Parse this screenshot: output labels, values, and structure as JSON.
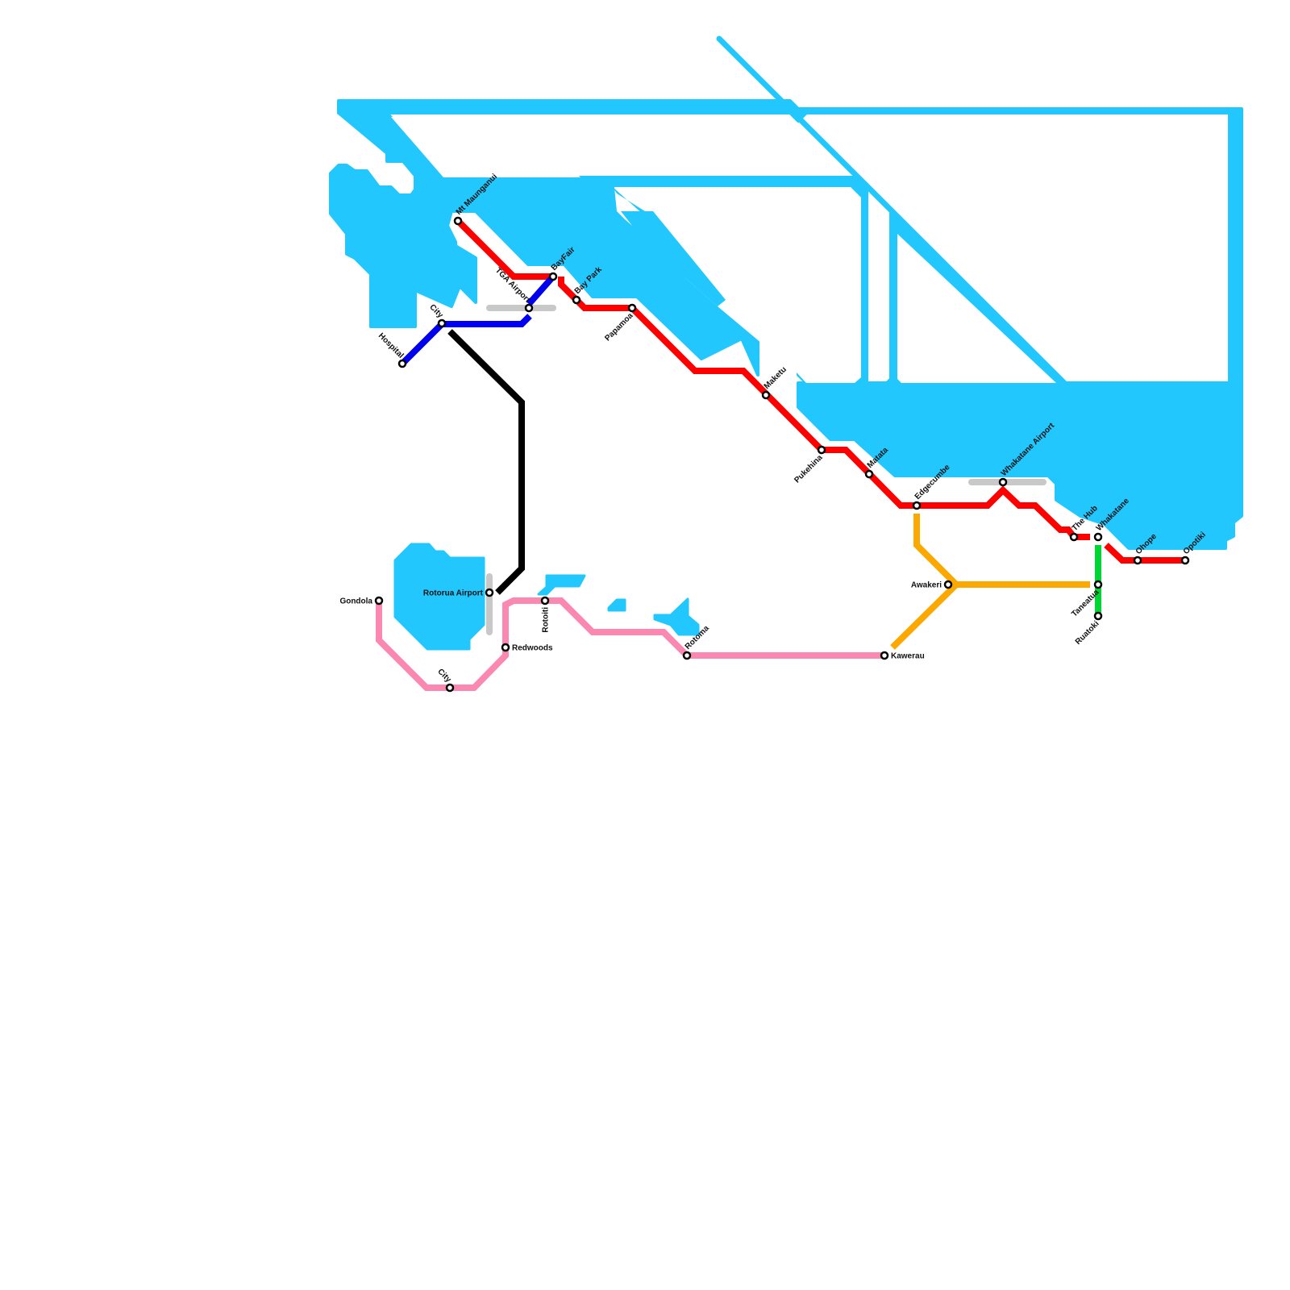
{
  "colors": {
    "water": "#22c7fd",
    "red": "#ff0000",
    "blue": "#0000ee",
    "black": "#000000",
    "pink": "#fb88b0",
    "orange": "#fba800",
    "green": "#00d633",
    "grey": "#c8c8c8"
  },
  "lines": [
    {
      "id": "red",
      "color": "#ff0000",
      "stations": [
        "Mt Maunganui",
        "BayFair",
        "Bay Park",
        "Papamoa",
        "Maketu",
        "Pukehina",
        "Matata",
        "Edgecumbe",
        "Whakatane Airport",
        "The Hub",
        "Whakatane",
        "Ohope",
        "Opotiki"
      ]
    },
    {
      "id": "blue",
      "color": "#0000ee",
      "stations": [
        "Hospital",
        "City",
        "TGA Airport",
        "BayFair"
      ]
    },
    {
      "id": "black",
      "color": "#000000",
      "stations": [
        "City",
        "Rotorua Airport"
      ]
    },
    {
      "id": "pink",
      "color": "#fb88b0",
      "stations": [
        "Gondola",
        "City",
        "Redwoods",
        "Rotoiti",
        "Rotoma",
        "Kawerau"
      ]
    },
    {
      "id": "orange",
      "color": "#fba800",
      "stations": [
        "Edgecumbe",
        "Awakeri",
        "Kawerau",
        "Taneatua"
      ]
    },
    {
      "id": "green",
      "color": "#00d633",
      "stations": [
        "Whakatane",
        "Taneatua",
        "Ruatoki"
      ]
    }
  ],
  "stations": [
    "Mt Maunganui",
    "BayFair",
    "Bay Park",
    "Papamoa",
    "TGA Airport",
    "City",
    "Hospital",
    "Maketu",
    "Pukehina",
    "Matata",
    "Edgecumbe",
    "Whakatane Airport",
    "The Hub",
    "Whakatane",
    "Ohope",
    "Opotiki",
    "Awakeri",
    "Taneatua",
    "Ruatoki",
    "Kawerau",
    "Gondola",
    "City",
    "Rotorua Airport",
    "Redwoods",
    "Rotoiti",
    "Rotoma"
  ]
}
